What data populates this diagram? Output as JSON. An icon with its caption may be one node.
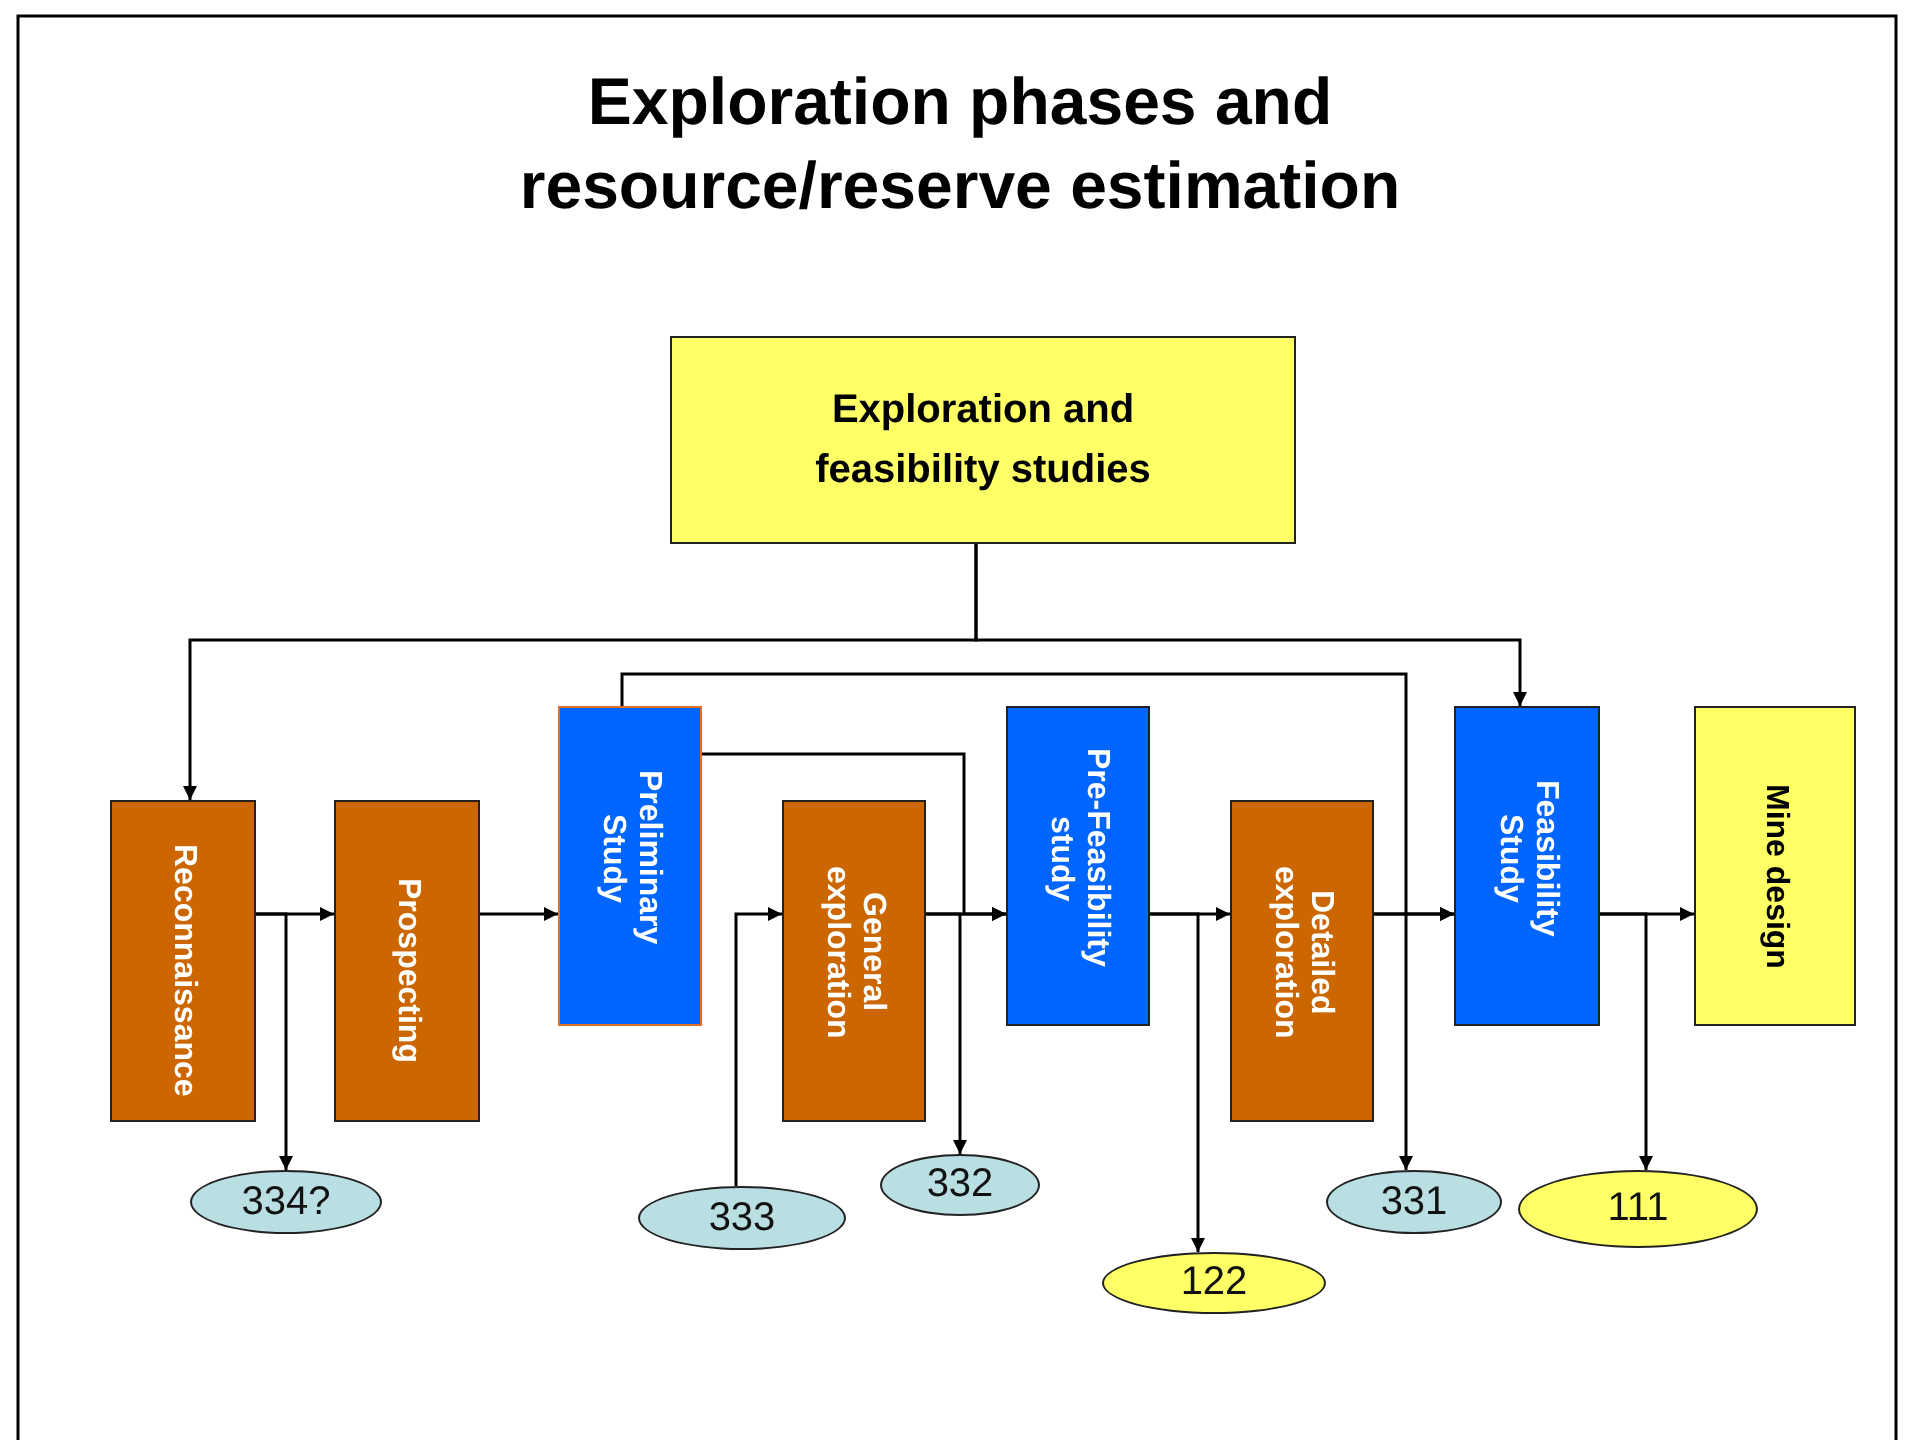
{
  "diagram": {
    "title": "Exploration phases and resource/reserve estimation",
    "nodes": [
      {
        "text": [
          "Exploration and feasibility studies"
        ]
      },
      {
        "text": [
          "Reconnaissance"
        ]
      },
      {
        "text": [
          "Prospecting"
        ]
      },
      {
        "text": [
          "Preliminary Study"
        ]
      },
      {
        "text": [
          "General exploration"
        ]
      },
      {
        "text": [
          "Pre-Feasibility study"
        ]
      },
      {
        "text": [
          "Detailed exploration"
        ]
      },
      {
        "text": [
          "Feasibility Study"
        ]
      },
      {
        "text": [
          "Mine design"
        ]
      },
      {
        "text": [
          "334?"
        ]
      },
      {
        "text": [
          "333"
        ]
      },
      {
        "text": [
          "332"
        ]
      },
      {
        "text": [
          "122"
        ]
      },
      {
        "text": [
          "331"
        ]
      },
      {
        "text": [
          "111"
        ]
      }
    ],
    "edges": [
      {
        "from": 0,
        "to": 1,
        "arrow": "to"
      },
      {
        "from": 0,
        "to": 7,
        "arrow": "to"
      },
      {
        "from": 1,
        "to": 2,
        "arrow": "to"
      },
      {
        "from": 1,
        "to": 9,
        "arrow": "to"
      },
      {
        "from": 2,
        "to": 3,
        "arrow": "to"
      },
      {
        "from": 3,
        "to": 7,
        "arrow": "to"
      },
      {
        "from": 3,
        "to": 5,
        "arrow": "to"
      },
      {
        "from": 10,
        "to": 4,
        "arrow": "to"
      },
      {
        "from": 4,
        "to": 5,
        "arrow": "to"
      },
      {
        "from": 4,
        "to": 11,
        "arrow": "to"
      },
      {
        "from": 5,
        "to": 6,
        "arrow": "to"
      },
      {
        "from": 5,
        "to": 12,
        "arrow": "to"
      },
      {
        "from": 6,
        "to": 7,
        "arrow": "to"
      },
      {
        "from": 6,
        "to": 13,
        "arrow": "to"
      },
      {
        "from": 7,
        "to": 8,
        "arrow": "to"
      },
      {
        "from": 7,
        "to": 14,
        "arrow": "to"
      }
    ]
  }
}
